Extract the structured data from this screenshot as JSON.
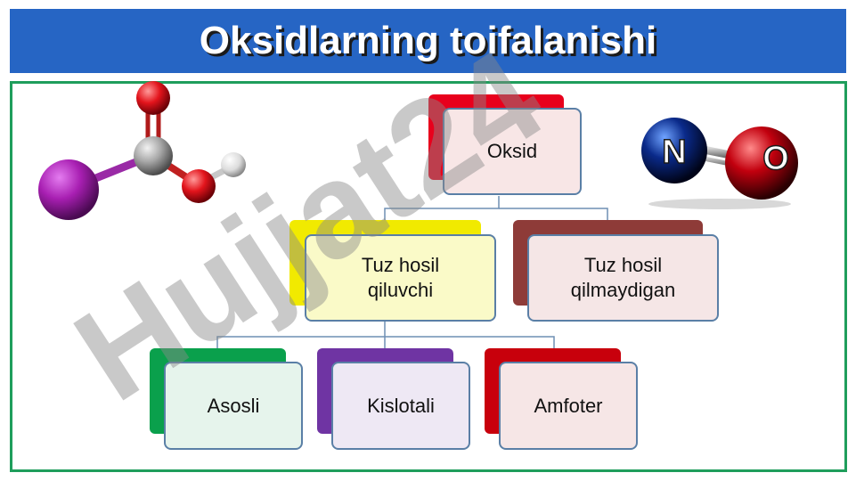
{
  "title": "Oksidlarning toifalanishi",
  "watermark": "Hujjat24",
  "colors": {
    "title_bar": "#2665c4",
    "frame": "#1f9e5c",
    "oksid": "#e8001c",
    "tuz_hosil": "#f1ea00",
    "tuz_hosil_emas": "#8e3b38",
    "asosli": "#0aa04c",
    "kislotali": "#6f34a3",
    "amfoter": "#c8000c"
  },
  "hierarchy": {
    "root": {
      "label": "Oksid"
    },
    "level2": [
      {
        "label": "Tuz hosil qiluvchi",
        "line1": "Tuz hosil",
        "line2": "qiluvchi"
      },
      {
        "label": "Tuz hosil qilmaydigan",
        "line1": "Tuz hosil",
        "line2": "qilmaydigan"
      }
    ],
    "level3": [
      {
        "label": "Asosli"
      },
      {
        "label": "Kislotali"
      },
      {
        "label": "Amfoter"
      }
    ]
  },
  "molecules": {
    "left": {
      "atoms": [
        "I",
        "C",
        "O",
        "O",
        "H"
      ]
    },
    "right": {
      "atoms": [
        "N",
        "O"
      ],
      "label_n": "N",
      "label_o": "O"
    }
  }
}
